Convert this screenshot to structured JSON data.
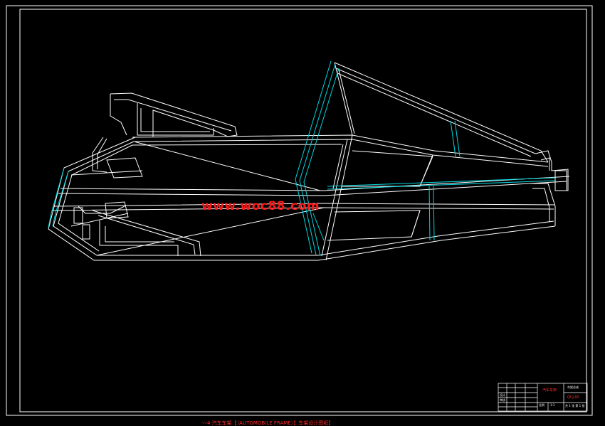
{
  "drawing": {
    "watermark": "www.woc88.com",
    "caption": "〰4·汽车车架【（AUTOMOBILE FRAME）】车架设计图纸】",
    "colors": {
      "background": "#000000",
      "line": "#ffffff",
      "accent_line": "#00d8e0",
      "watermark": "#ff1a1a",
      "border": "#ffffff"
    }
  },
  "title_block": {
    "company": "汽车车架",
    "drawing_name": "车架总成",
    "code": "QCJ-00",
    "scale_label": "比例",
    "scale_value": "1:1",
    "sheet_label": "共 1 张 第 1 张",
    "designer": "设计",
    "checker": "审核"
  }
}
